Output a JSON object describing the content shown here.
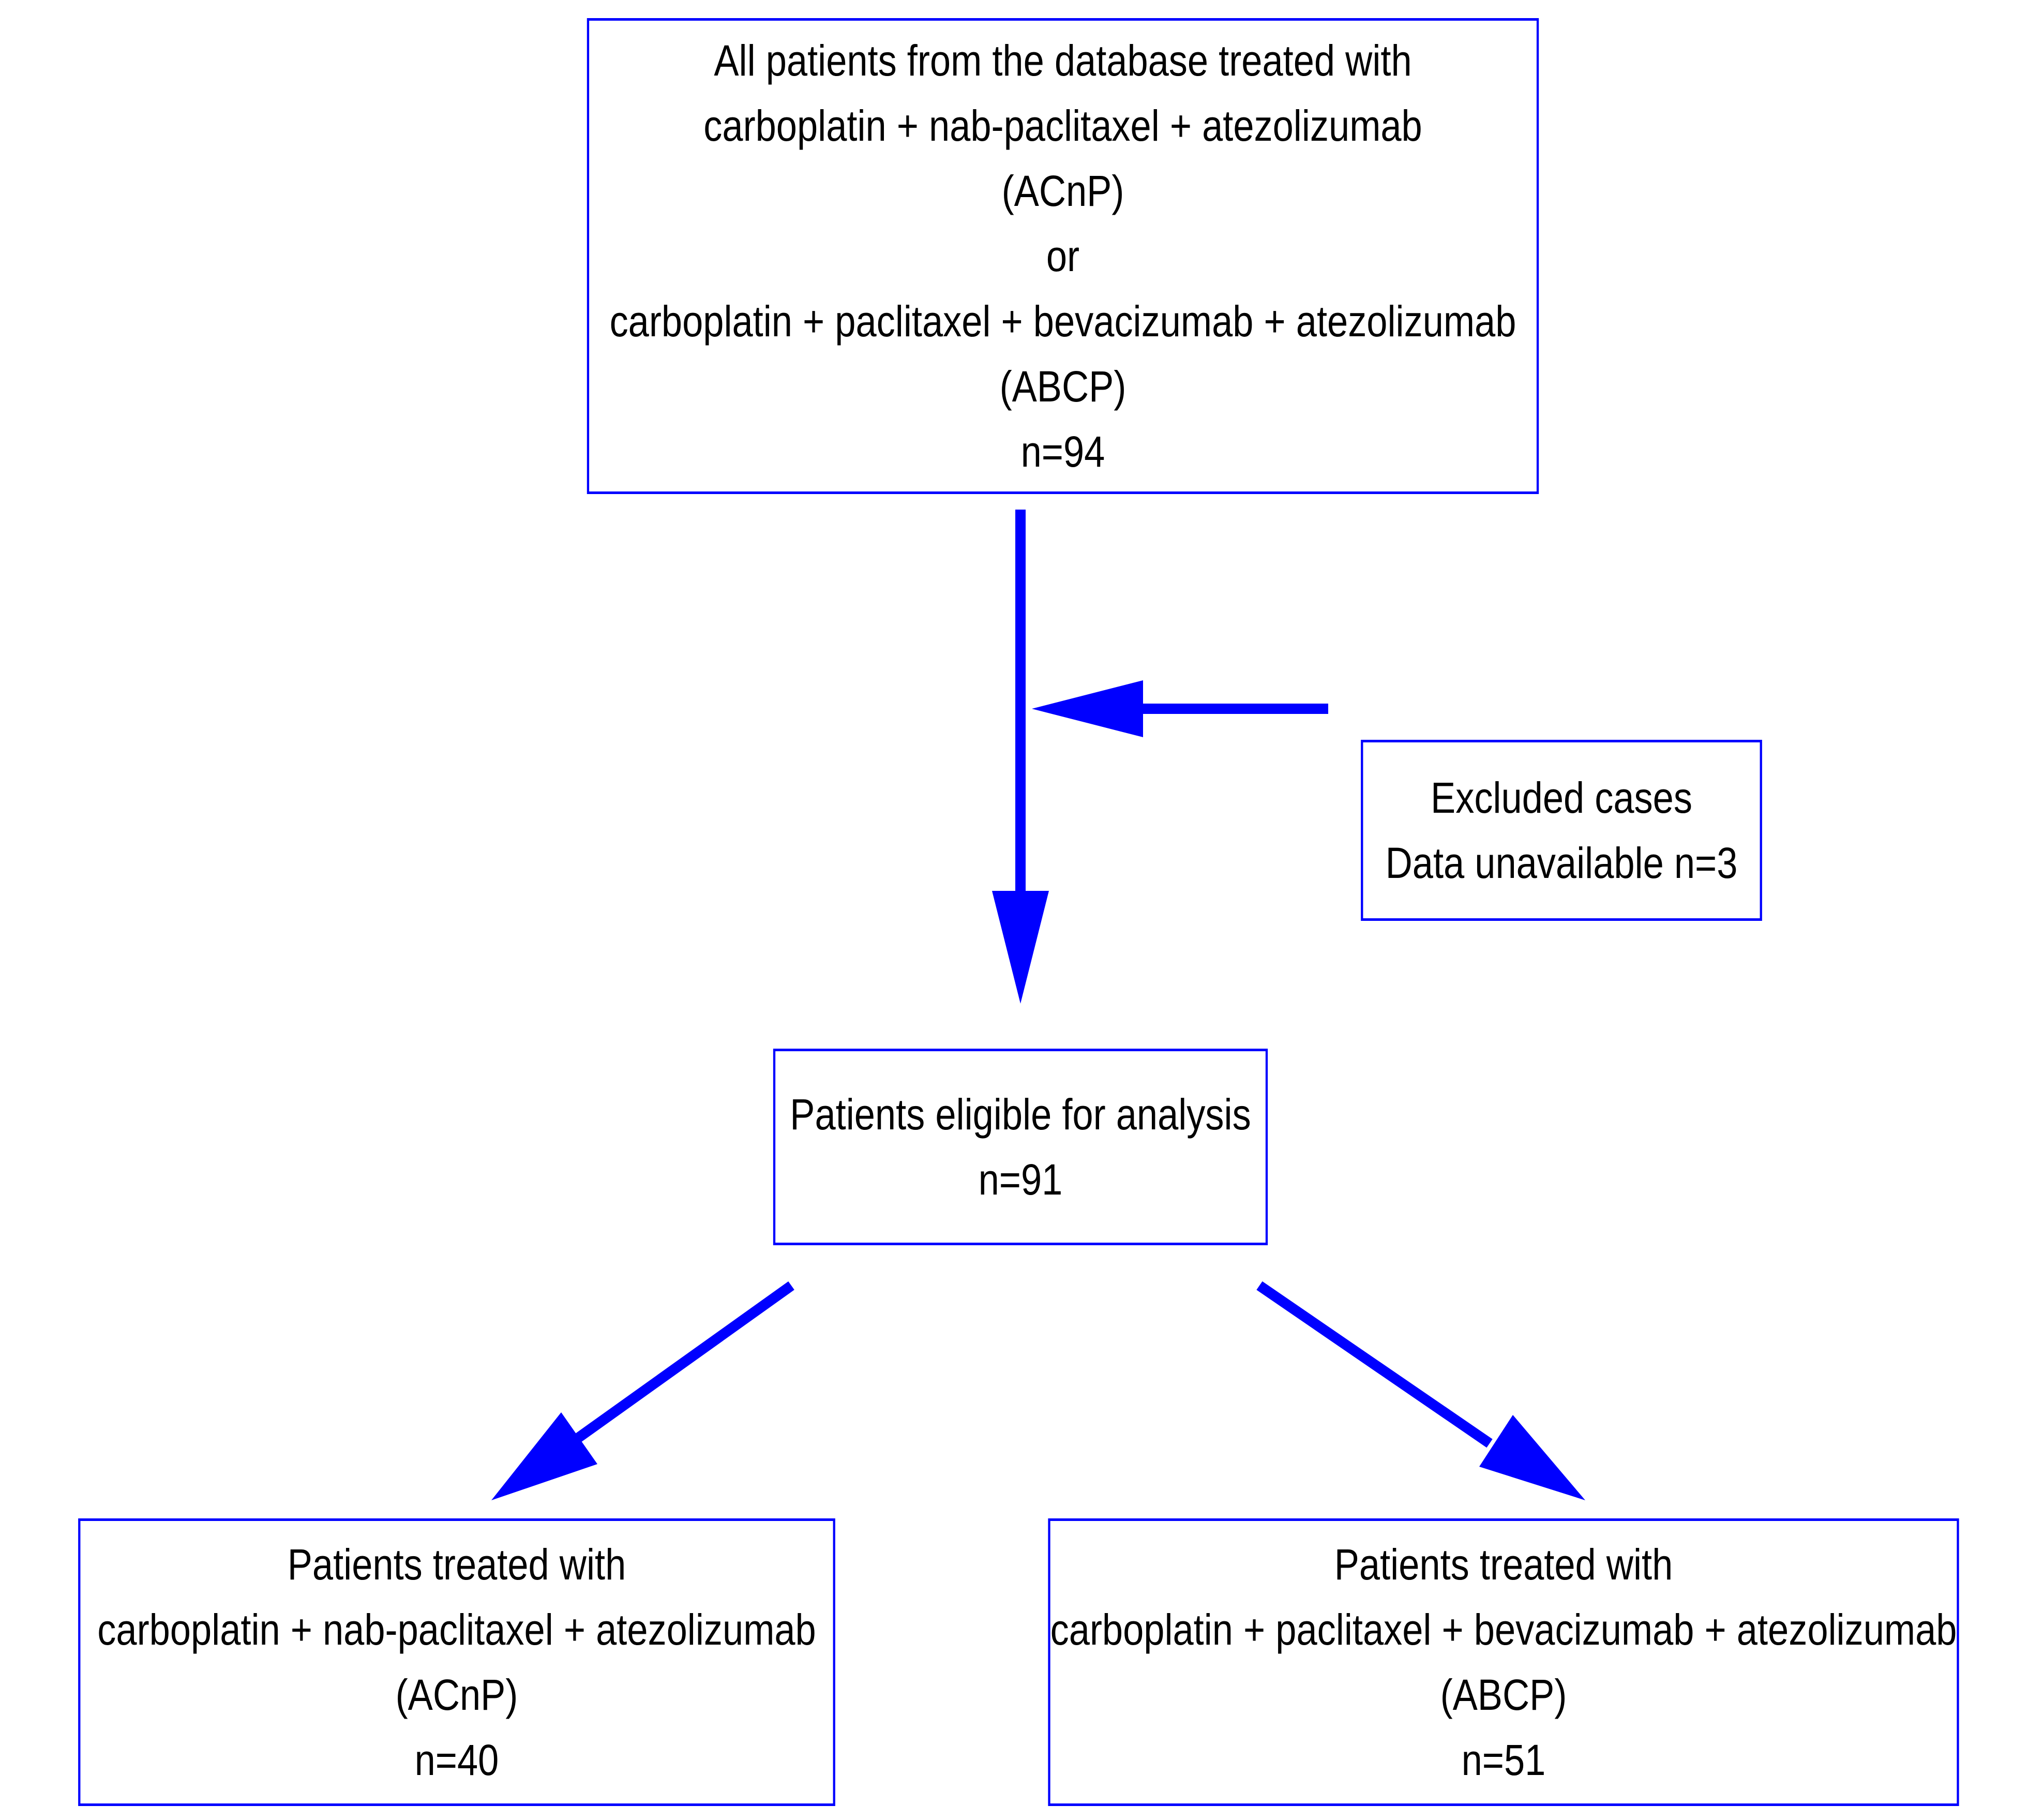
{
  "colors": {
    "border": "#0000ff",
    "arrow": "#0000ff",
    "text": "#000000",
    "background": "#ffffff"
  },
  "nodes": {
    "all_patients": {
      "line1": "All patients from the database treated with",
      "line2": "carboplatin + nab-paclitaxel + atezolizumab",
      "line3": "(ACnP)",
      "line4": "or",
      "line5": "carboplatin + paclitaxel + bevacizumab + atezolizumab",
      "line6": "(ABCP)",
      "line7": "n=94"
    },
    "excluded": {
      "line1": "Excluded cases",
      "line2": "Data unavailable n=3"
    },
    "eligible": {
      "line1": "Patients eligible for analysis",
      "line2": "n=91"
    },
    "acnp": {
      "line1": "Patients treated with",
      "line2": "carboplatin + nab-paclitaxel + atezolizumab",
      "line3": "(ACnP)",
      "line4": "n=40"
    },
    "abcp": {
      "line1": "Patients treated with",
      "line2": "carboplatin + paclitaxel + bevacizumab + atezolizumab",
      "line3": "(ABCP)",
      "line4": "n=51"
    }
  },
  "edges": [
    {
      "from": "all_patients",
      "to": "eligible"
    },
    {
      "from": "excluded",
      "to": "all_patients-eligible"
    },
    {
      "from": "eligible",
      "to": "acnp"
    },
    {
      "from": "eligible",
      "to": "abcp"
    }
  ]
}
